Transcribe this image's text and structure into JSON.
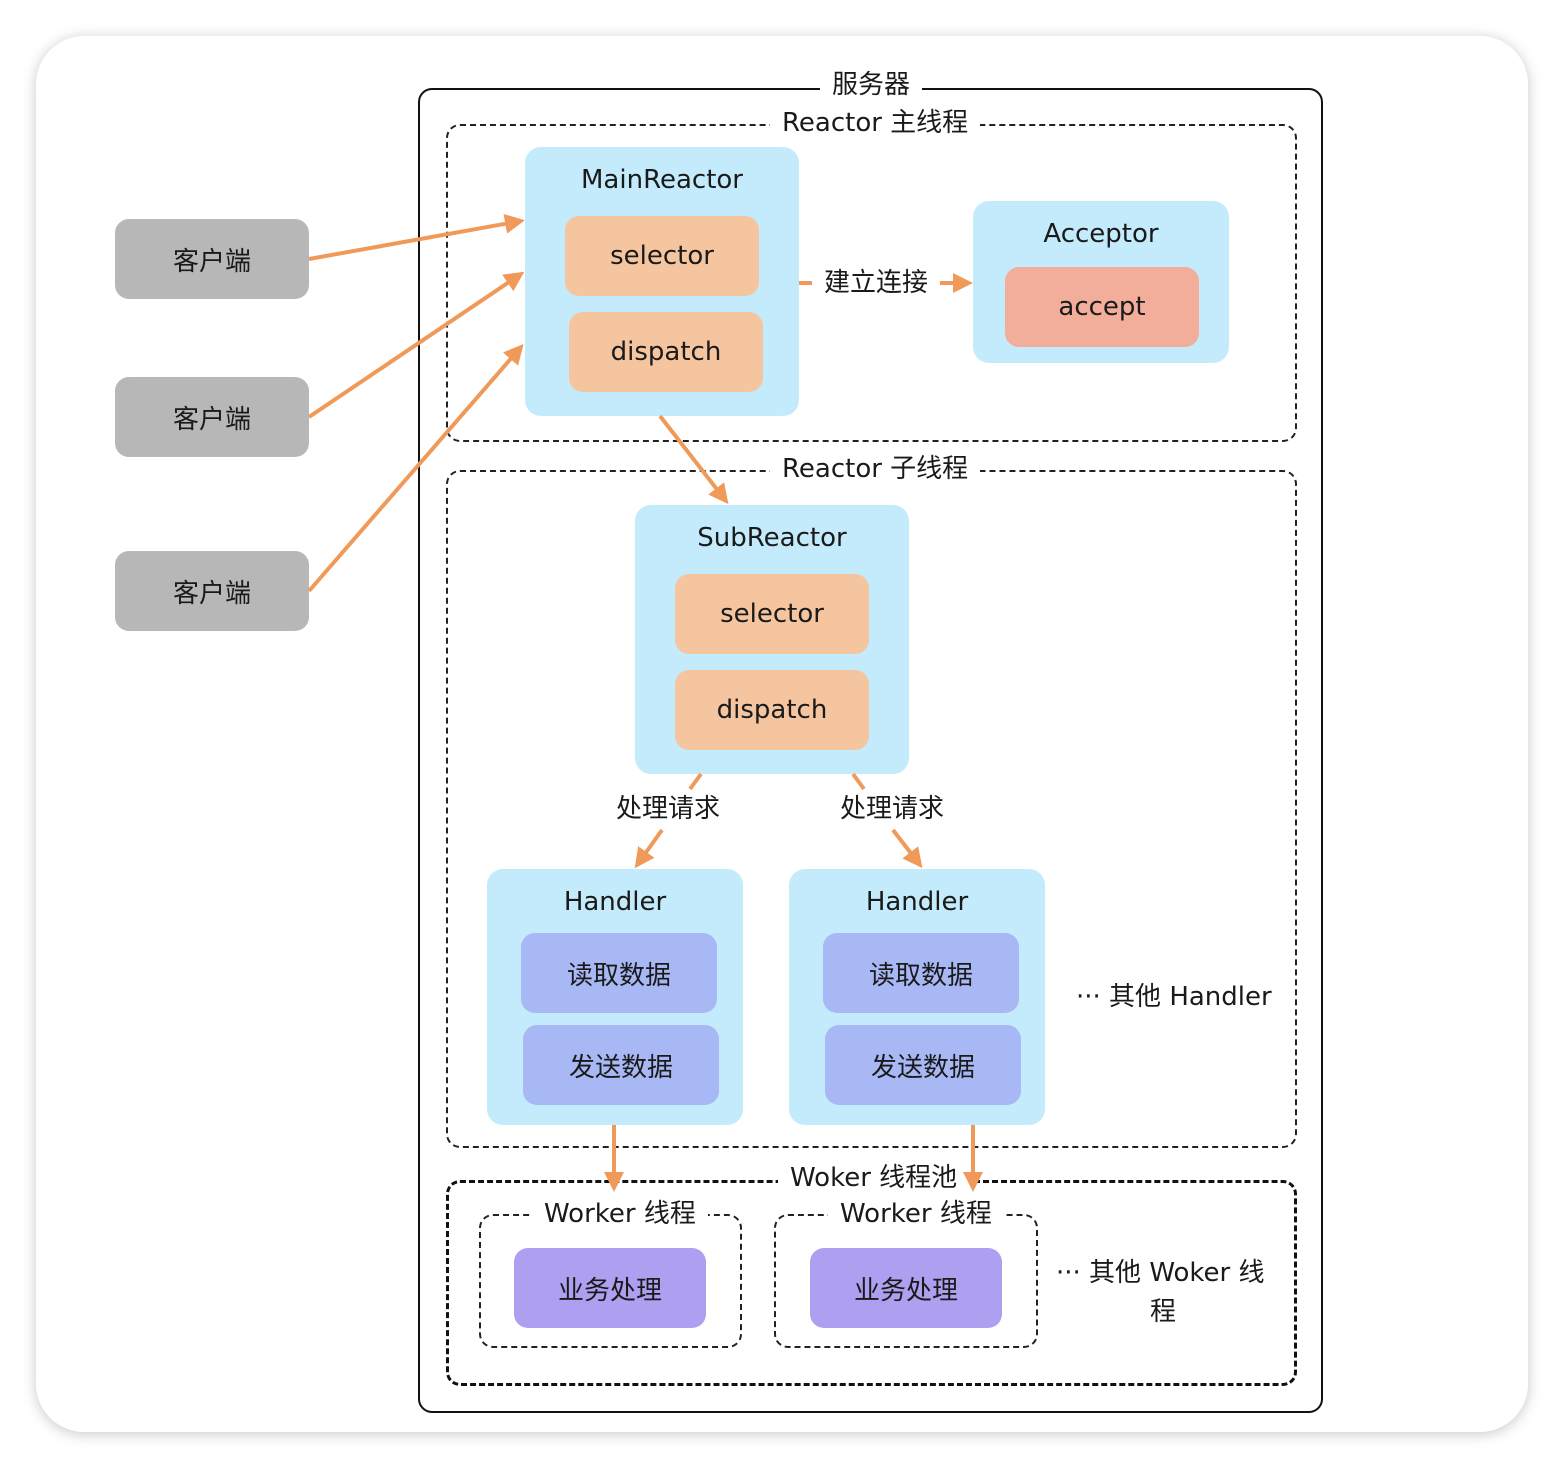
{
  "server": {
    "label": "服务器"
  },
  "main_thread": {
    "label": "Reactor 主线程",
    "main_reactor": {
      "title": "MainReactor",
      "selector": "selector",
      "dispatch": "dispatch"
    },
    "connect_label": "建立连接",
    "acceptor": {
      "title": "Acceptor",
      "accept": "accept"
    }
  },
  "sub_thread": {
    "label": "Reactor 子线程",
    "sub_reactor": {
      "title": "SubReactor",
      "selector": "selector",
      "dispatch": "dispatch"
    },
    "handle_label_left": "处理请求",
    "handle_label_right": "处理请求",
    "handlers": [
      {
        "title": "Handler",
        "read": "读取数据",
        "send": "发送数据"
      },
      {
        "title": "Handler",
        "read": "读取数据",
        "send": "发送数据"
      }
    ],
    "other_handlers": "··· 其他 Handler"
  },
  "worker_pool": {
    "label": "Woker 线程池",
    "workers": [
      {
        "label": "Worker 线程",
        "task": "业务处理"
      },
      {
        "label": "Worker 线程",
        "task": "业务处理"
      }
    ],
    "other_workers_line1": "··· 其他 Woker 线",
    "other_workers_line2": "程"
  },
  "clients": [
    {
      "label": "客户端"
    },
    {
      "label": "客户端"
    },
    {
      "label": "客户端"
    }
  ],
  "colors": {
    "arrow": "#f09a5a",
    "client": "#b7b7b7",
    "reactor": "#c4ebfb",
    "peach": "#f5c5a0",
    "salmon": "#f2ae9b",
    "lavender": "#a8b8f5",
    "purple": "#ae9ff0"
  }
}
